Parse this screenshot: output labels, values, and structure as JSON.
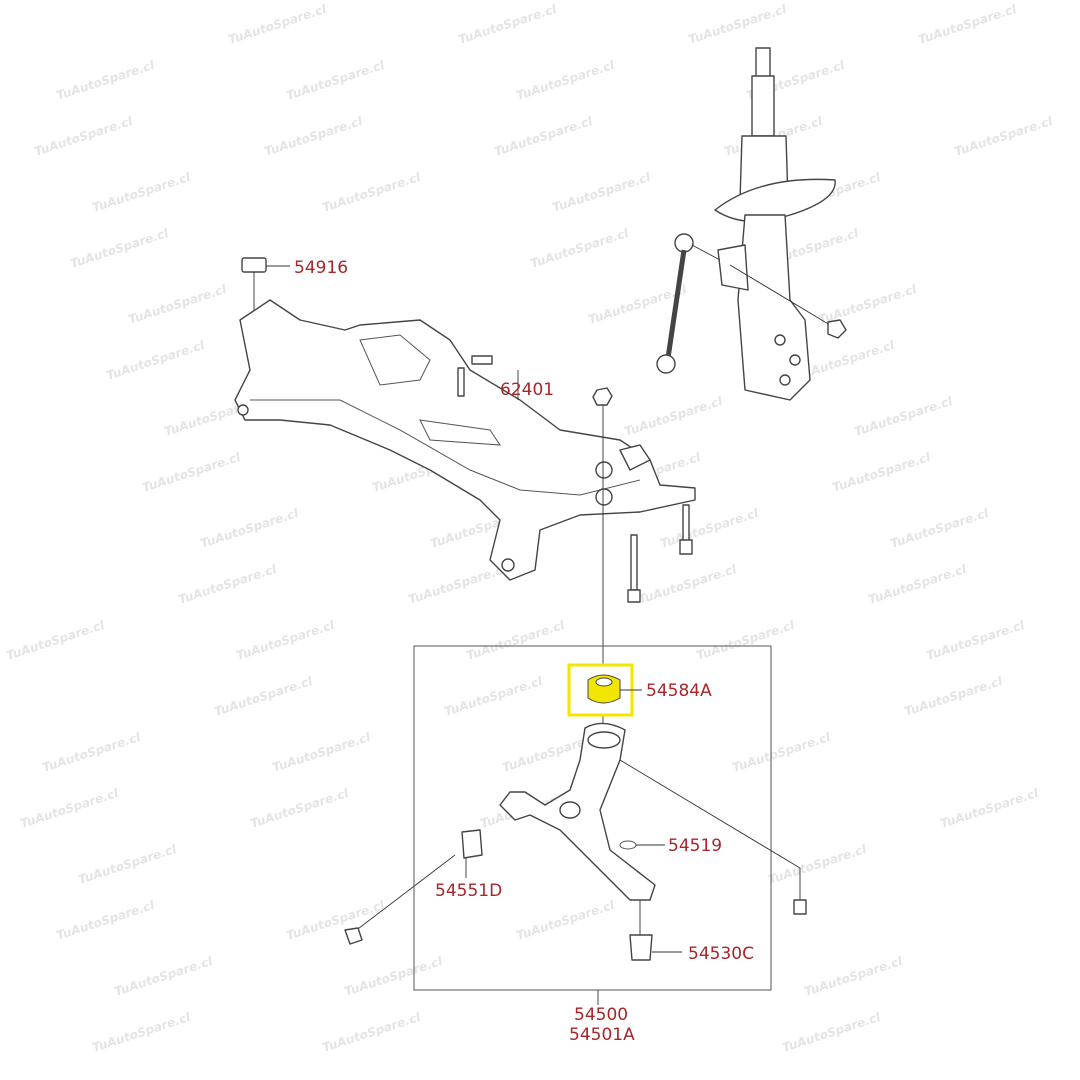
{
  "watermark": "TuAutoSpare.cl",
  "highlight_color": "#f2e600",
  "label_color": "#a8262a",
  "parts": {
    "p54916": "54916",
    "p62401": "62401",
    "p54584A": "54584A",
    "p54519": "54519",
    "p54551D": "54551D",
    "p54530C": "54530C",
    "p54500": "54500",
    "p54501A": "54501A"
  }
}
